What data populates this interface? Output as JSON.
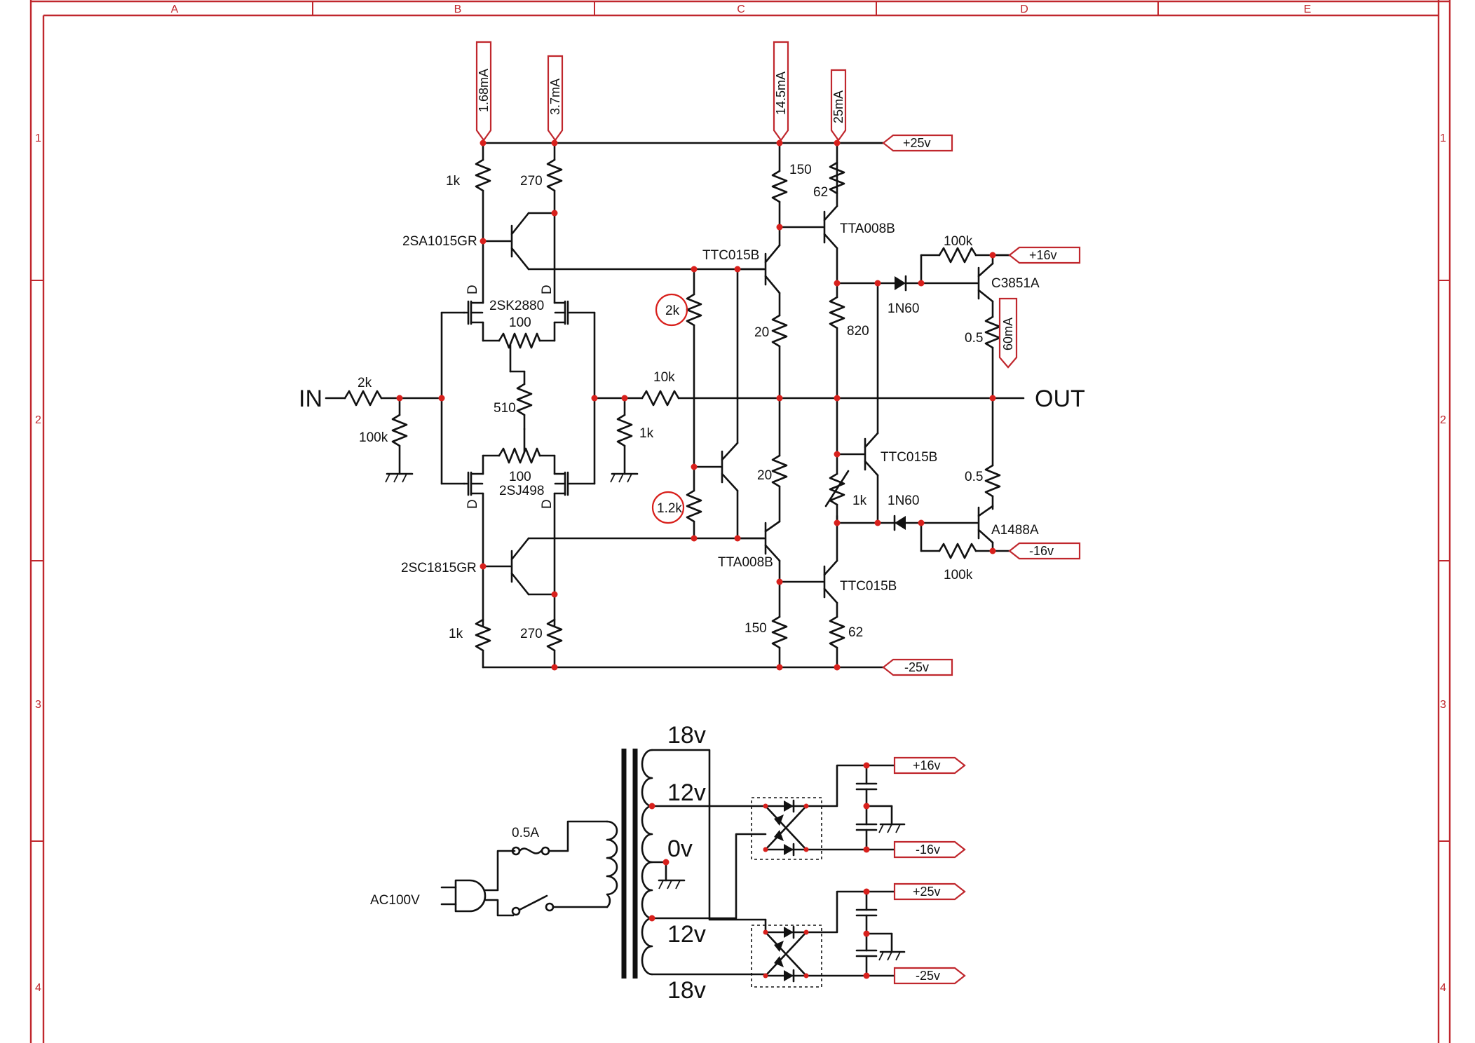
{
  "frame": {
    "columns": [
      "A",
      "B",
      "C",
      "D",
      "E"
    ],
    "rows": [
      "1",
      "2",
      "3",
      "4"
    ]
  },
  "ports": {
    "input": "IN",
    "output": "OUT"
  },
  "supply_flags": {
    "pos25_top": "+25v",
    "neg25_top": "-25v",
    "pos16_top": "+16v",
    "neg16_top": "-16v",
    "pos16_psu": "+16v",
    "neg16_psu": "-16v",
    "pos25_psu": "+25v",
    "neg25_psu": "-25v"
  },
  "current_probes": {
    "i1": "1.68mA",
    "i2": "3.7mA",
    "i3": "14.5mA",
    "i4": "25mA",
    "i5": "60mA"
  },
  "resistors": {
    "r_in_series": "2k",
    "r_in_shunt": "100k",
    "r_top_1k": "1k",
    "r_top_270": "270",
    "r_bal_top": "100",
    "r_510": "510",
    "r_bal_bot": "100",
    "r_bot_1k": "1k",
    "r_bot_270": "270",
    "r_fb_10k": "10k",
    "r_fb_1k": "1k",
    "r_ring_2k": "2k",
    "r_ring_1k2": "1.2k",
    "r_150_top": "150",
    "r_62_top": "62",
    "r_20_top": "20",
    "r_820": "820",
    "r_20_bot": "20",
    "r_vbe_1k": "1k",
    "r_150_bot": "150",
    "r_62_bot": "62",
    "r_100k_top": "100k",
    "r_05_top": "0.5",
    "r_05_bot": "0.5",
    "r_100k_bot": "100k"
  },
  "semiconductors": {
    "q_2sa1015": "2SA1015GR",
    "q_2sk2880": "2SK2880",
    "q_2sj498": "2SJ498",
    "q_2sc1815": "2SC1815GR",
    "q_ttc015b_top": "TTC015B",
    "q_tta008b_top": "TTA008B",
    "q_ttc015b_mid": "TTC015B",
    "q_tta008b_bot": "TTA008B",
    "q_ttc015b_bot": "TTC015B",
    "q_c3851a": "C3851A",
    "q_a1488a": "A1488A",
    "d_1n60_top": "1N60",
    "d_1n60_bot": "1N60",
    "fet_drain_mark": "D"
  },
  "power_supply": {
    "mains": "AC100V",
    "fuse": "0.5A",
    "tap_18_top": "18v",
    "tap_12_top": "12v",
    "tap_0": "0v",
    "tap_12_bot": "12v",
    "tap_18_bot": "18v"
  },
  "colors": {
    "frame": "#c0272d",
    "junction": "#d8201c",
    "wire": "#111111"
  }
}
